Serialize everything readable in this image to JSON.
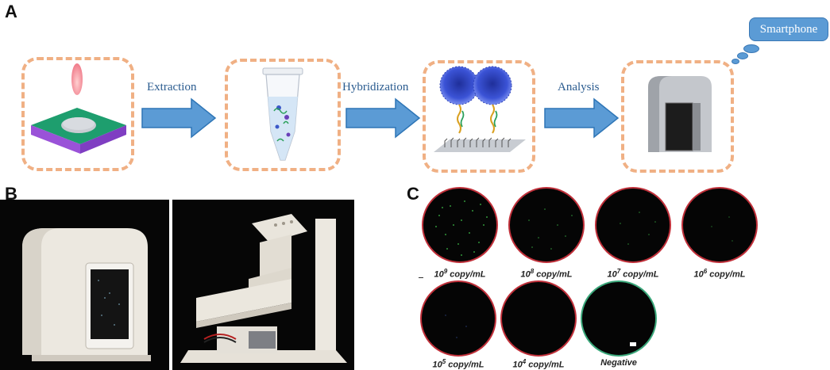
{
  "panels": {
    "a": "A",
    "b": "B",
    "c": "C"
  },
  "steps": {
    "extraction": "Extraction",
    "hybridization": "Hybridization",
    "analysis": "Analysis",
    "smartphone": "Smartphone"
  },
  "concentration_labels": [
    {
      "base": "10",
      "exp": "9",
      "unit": " copy/mL"
    },
    {
      "base": "10",
      "exp": "8",
      "unit": " copy/mL"
    },
    {
      "base": "10",
      "exp": "7",
      "unit": " copy/mL"
    },
    {
      "base": "10",
      "exp": "6",
      "unit": " copy/mL"
    },
    {
      "base": "10",
      "exp": "5",
      "unit": " copy/mL"
    },
    {
      "base": "10",
      "exp": "4",
      "unit": " copy/mL"
    },
    {
      "text": "Negative"
    }
  ],
  "colors": {
    "dashed_border": "#f0b084",
    "arrow_fill": "#5b9bd5",
    "arrow_stroke": "#2e75b6",
    "circle_border_positive": "#c0303a",
    "circle_border_negative": "#3aa77a"
  }
}
